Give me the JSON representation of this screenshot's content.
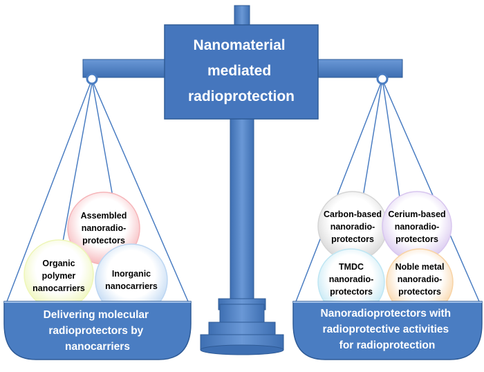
{
  "title": [
    "Nanomaterial",
    "mediated",
    "radioprotection"
  ],
  "left_pan": {
    "caption": [
      "Delivering molecular",
      "radioprotectors by",
      "nanocarriers"
    ],
    "spheres": [
      {
        "lines": [
          "Assembled",
          "nanoradio-",
          "protectors"
        ],
        "color": "#f6b5b9"
      },
      {
        "lines": [
          "Organic",
          "polymer",
          "nanocarriers"
        ],
        "color": "#eef6b8"
      },
      {
        "lines": [
          "Inorganic",
          "nanocarriers"
        ],
        "color": "#bcd6f2"
      }
    ]
  },
  "right_pan": {
    "caption": [
      "Nanoradioprotectors with",
      "radioprotective activities",
      "for radioprotection"
    ],
    "spheres": [
      {
        "lines": [
          "Carbon-based",
          "nanoradio-",
          "protectors"
        ],
        "color": "#d5d5d5"
      },
      {
        "lines": [
          "Cerium-based",
          "nanoradio-",
          "protectors"
        ],
        "color": "#d8c6ef"
      },
      {
        "lines": [
          "TMDC",
          "nanoradio-",
          "protectors"
        ],
        "color": "#bfe6f3"
      },
      {
        "lines": [
          "Noble metal",
          "nanoradio-",
          "protectors"
        ],
        "color": "#f8d3a5"
      }
    ]
  },
  "colors": {
    "steel": "#4a7dc2",
    "steel_dark": "#2f5b96",
    "steel_light": "#6a98d6",
    "box": "#4576bd"
  }
}
